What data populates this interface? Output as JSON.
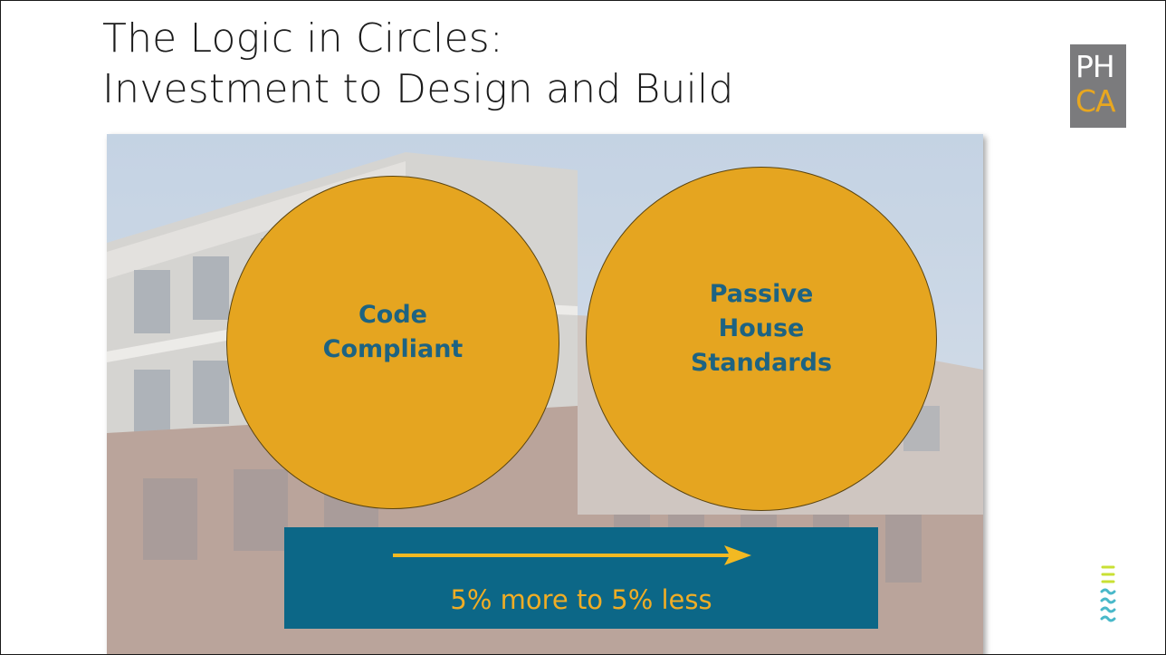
{
  "slide": {
    "title_line1": "The Logic in Circles:",
    "title_line2": "Investment to Design and Build"
  },
  "logo": {
    "top": "PH",
    "bottom": "CA"
  },
  "circles": [
    {
      "label": "Code\nCompliant"
    },
    {
      "label": "Passive\nHouse\nStandards"
    }
  ],
  "band": {
    "text": "5% more to 5% less"
  },
  "colors": {
    "circle_fill": "#e5a520",
    "circle_text": "#1d6382",
    "band_fill": "#0c6787",
    "band_text": "#f0ad25",
    "arrow": "#f2b922",
    "logo_bg": "#7b7b7d",
    "logo_accent": "#e8a720",
    "brand_icon": "#c9e034"
  },
  "icons": {
    "logo": "phca-logo",
    "arrow": "right-arrow-icon",
    "brand": "wave-lines-icon"
  }
}
